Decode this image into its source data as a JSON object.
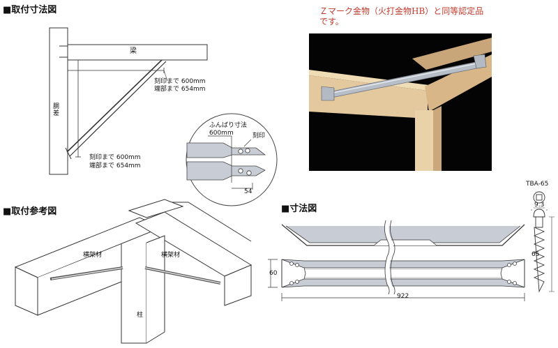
{
  "headings": {
    "install_dimensions": "■取付寸法図",
    "install_reference": "■取付参考図",
    "dimensions": "■寸法図"
  },
  "note": {
    "line1": "Ｚマーク金物（火打金物HB）と同等認定品",
    "line2": "です。"
  },
  "install_dimensions": {
    "beam": "梁",
    "pillar": "胴差",
    "top_mark": "刻印まで 600mm",
    "top_end": "端部まで 654mm",
    "bottom_mark": "刻印まで 600mm",
    "bottom_end": "端部まで 654mm"
  },
  "detail": {
    "spread_label": "ふんばり寸法",
    "spread_value": "600mm",
    "stamp": "刻印",
    "dim": "54"
  },
  "reference": {
    "horizontal_left": "横架材",
    "horizontal_right": "横架材",
    "post": "柱"
  },
  "dimensions": {
    "length": "922",
    "height": "60"
  },
  "screw": {
    "model": "TBA-65",
    "head": "9.3",
    "length": "65"
  },
  "colors": {
    "wood": "#efe0c0",
    "steel": "#c8ccd4",
    "note_red": "#c0392b"
  }
}
